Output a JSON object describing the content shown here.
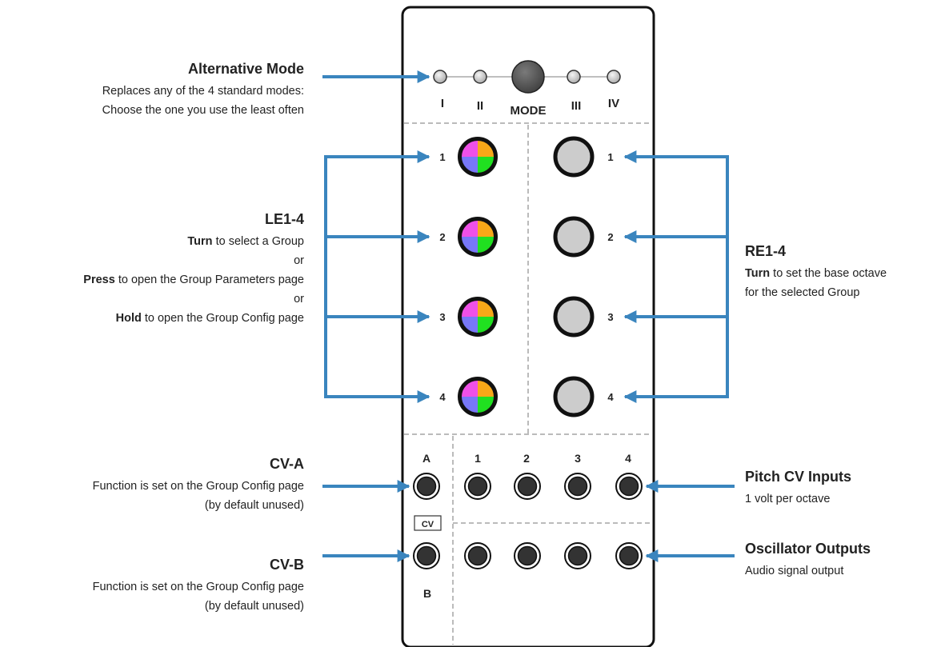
{
  "module": {
    "mode_labels": [
      "I",
      "II",
      "MODE",
      "III",
      "IV"
    ],
    "encoder_numbers": [
      "1",
      "2",
      "3",
      "4"
    ],
    "jack_column_labels": [
      "A",
      "1",
      "2",
      "3",
      "4"
    ],
    "cv_label": "CV",
    "b_label": "B"
  },
  "annotations": {
    "alt_mode": {
      "title": "Alternative Mode",
      "line1": "Replaces any of the 4 standard modes:",
      "line2": "Choose the one you use the least often"
    },
    "le": {
      "title": "LE1-4",
      "turn_bold": "Turn",
      "turn_rest": " to select a Group",
      "or1": "or",
      "press_bold": "Press",
      "press_rest": " to open the Group Parameters page",
      "or2": "or",
      "hold_bold": "Hold",
      "hold_rest": " to open the Group Config page"
    },
    "re": {
      "title": "RE1-4",
      "turn_bold": "Turn",
      "turn_rest": " to set the base octave",
      "line2": "for the selected Group"
    },
    "cva": {
      "title": "CV-A",
      "line1": "Function is set on the Group Config page",
      "line2": "(by default unused)"
    },
    "cvb": {
      "title": "CV-B",
      "line1": "Function is set on the Group Config page",
      "line2": "(by default unused)"
    },
    "pitch": {
      "title": "Pitch CV Inputs",
      "line1": "1 volt per octave"
    },
    "osc": {
      "title": "Oscillator Outputs",
      "line1": "Audio signal output"
    }
  },
  "colors": {
    "arrow": "#3a85be",
    "panel_border": "#111111",
    "led": "#d0d0d0",
    "mode_button": "#5a5a5a",
    "encoder_fill": "#cccccc",
    "quad_pink": "#f050e8",
    "quad_orange": "#f8a818",
    "quad_blue": "#7878f8",
    "quad_green": "#20e020",
    "jack_dark": "#333333",
    "divider": "#bbbbbb"
  }
}
